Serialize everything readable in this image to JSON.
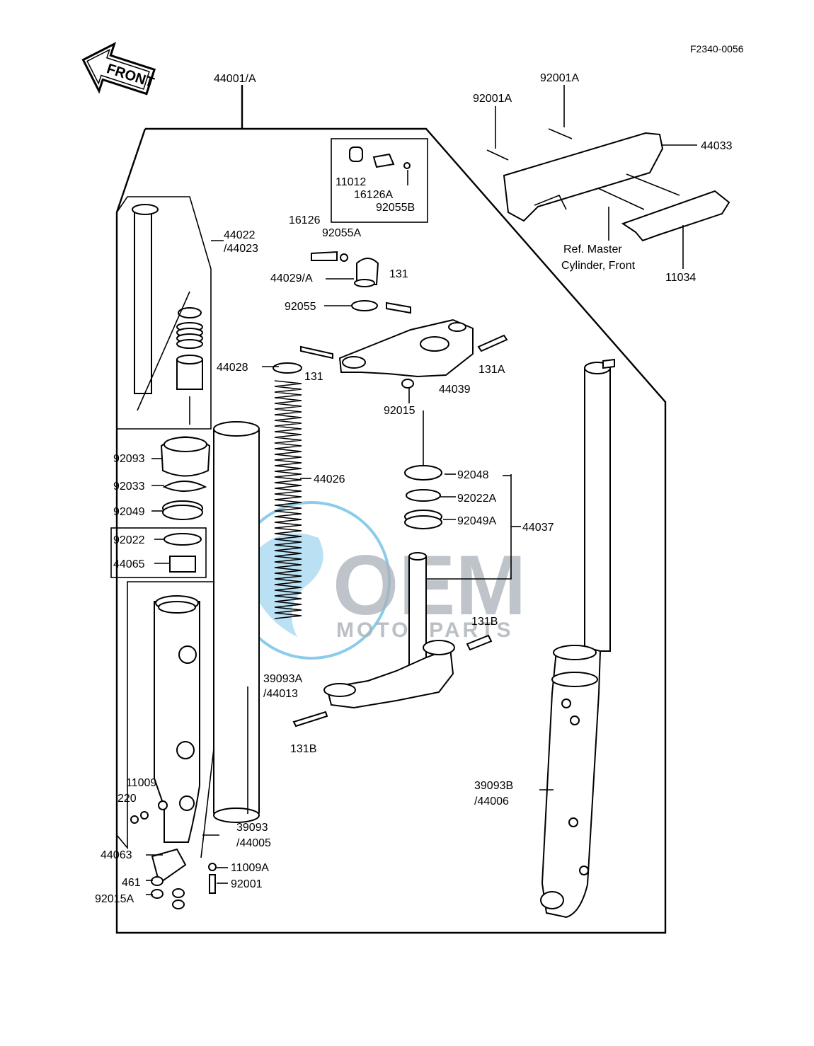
{
  "diagram_code": "F2340-0056",
  "front_label": "FRONT",
  "watermark": {
    "logo": "OEM",
    "tagline": "MOTORPARTS",
    "color": "#1a9bd7"
  },
  "labels": {
    "p44001": "44001/A",
    "p92001A_1": "92001A",
    "p92001A_2": "92001A",
    "p44033": "44033",
    "p11012": "11012",
    "p16126A": "16126A",
    "p92055B": "92055B",
    "p16126": "16126",
    "p92055A": "92055A",
    "p44022": "44022",
    "p44023": "/44023",
    "ref_line1": "Ref. Master",
    "ref_line2": "Cylinder, Front",
    "p11034": "11034",
    "p44029": "44029/A",
    "p131_top": "131",
    "p92055": "92055",
    "p44028": "44028",
    "p131_mid": "131",
    "p131A": "131A",
    "p44039": "44039",
    "p92015": "92015",
    "p92093": "92093",
    "p44026": "44026",
    "p92048": "92048",
    "p92033": "92033",
    "p92022A": "92022A",
    "p92049": "92049",
    "p92049A": "92049A",
    "p44037": "44037",
    "p92022": "92022",
    "p44065": "44065",
    "p131B_right": "131B",
    "p39093A": "39093A",
    "p44013": "/44013",
    "p131B_left": "131B",
    "p39093B": "39093B",
    "p44006": "/44006",
    "p11009": "11009",
    "p220": "220",
    "p39093": "39093",
    "p44005": "/44005",
    "p44063": "44063",
    "p11009A": "11009A",
    "p461": "461",
    "p92001": "92001",
    "p92015A": "92015A"
  }
}
